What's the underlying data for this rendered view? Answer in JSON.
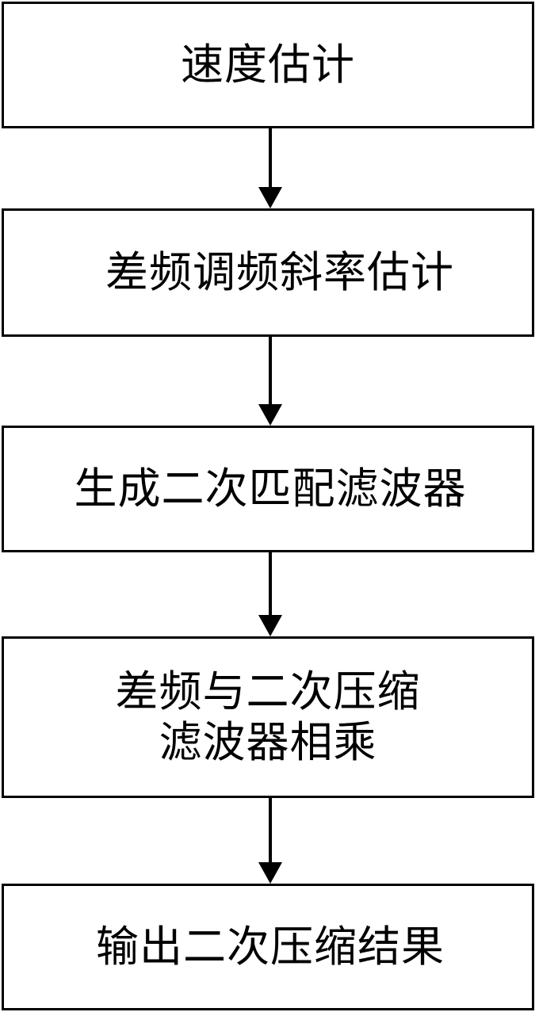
{
  "diagram": {
    "steps": [
      {
        "lines": [
          "速度估计"
        ]
      },
      {
        "lines": [
          "差频调频斜率估计"
        ]
      },
      {
        "lines": [
          "生成二次匹配滤波器"
        ]
      },
      {
        "lines": [
          "差频与二次压缩",
          "滤波器相乘"
        ]
      },
      {
        "lines": [
          "输出二次压缩结果"
        ]
      }
    ],
    "colors": {
      "stroke": "#000000",
      "background": "#ffffff"
    }
  }
}
